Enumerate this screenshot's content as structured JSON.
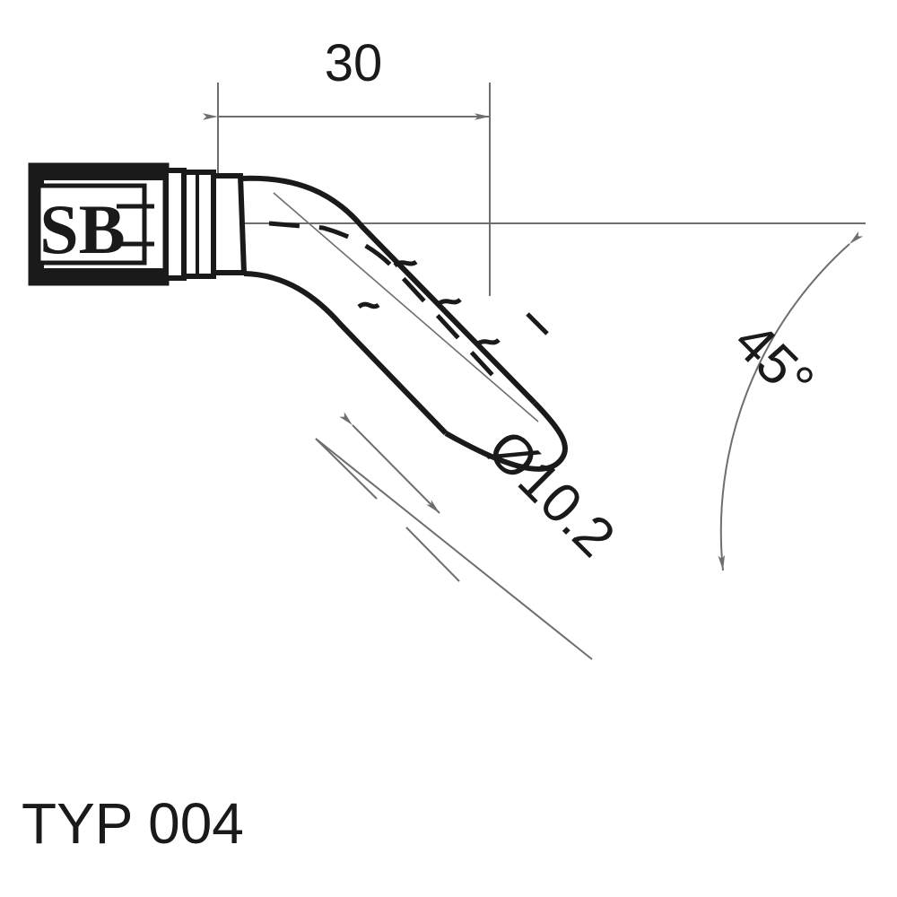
{
  "drawing": {
    "title": "TYP 004",
    "part_label": "SB",
    "dimensions": {
      "length": "30",
      "diameter": "Ø10.2",
      "angle": "45°"
    },
    "colors": {
      "outline": "#1a1a1a",
      "dimension_line": "#6e6e6e",
      "background": "#ffffff",
      "fill_light": "#f2f2f2"
    },
    "icon_names": {
      "hose_fitting": "hose-fitting-icon",
      "logo": "sb-logo-icon",
      "arrow": "dimension-arrow-icon"
    }
  }
}
